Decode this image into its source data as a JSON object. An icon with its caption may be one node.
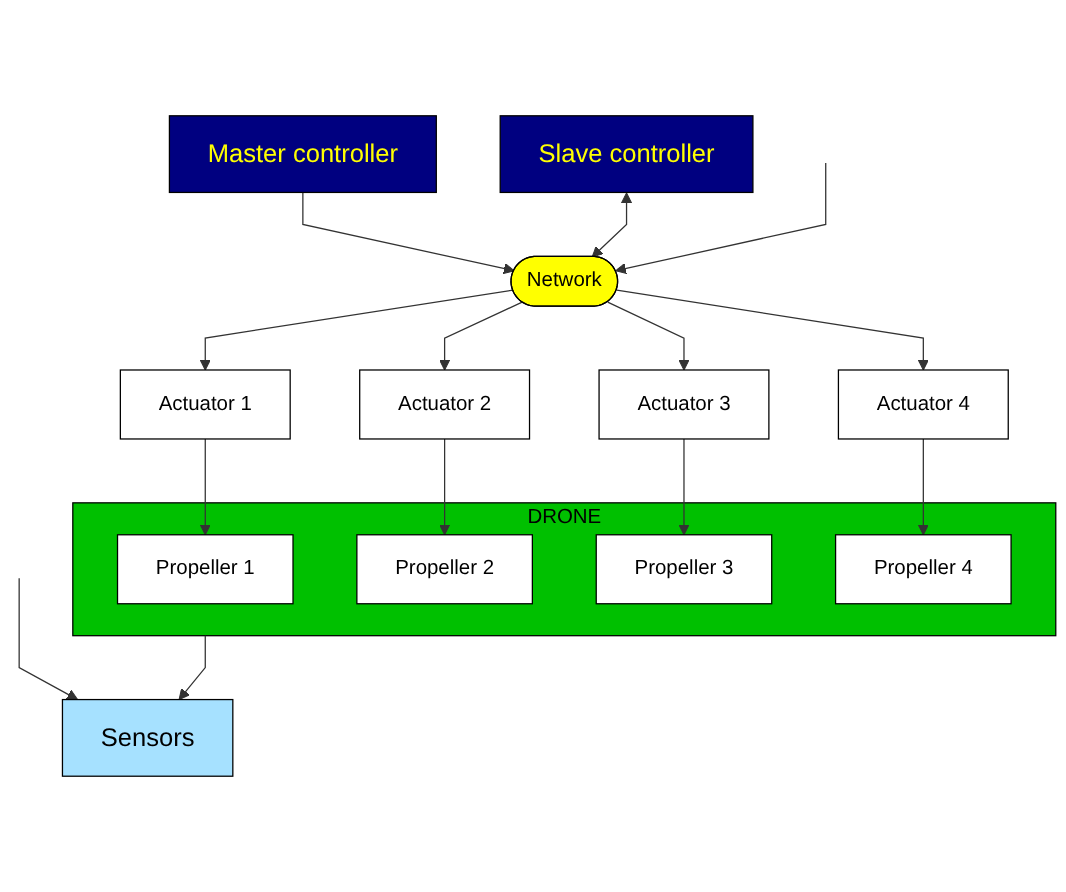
{
  "diagram": {
    "nodes": [
      {
        "text": [
          "Master controller"
        ]
      },
      {
        "text": [
          "Slave controller"
        ]
      },
      {
        "text": [
          "Network"
        ]
      },
      {
        "text": [
          "Actuator 1"
        ]
      },
      {
        "text": [
          "Actuator 2"
        ]
      },
      {
        "text": [
          "Actuator 3"
        ]
      },
      {
        "text": [
          "Actuator 4"
        ]
      },
      {
        "text": [
          "DRONE"
        ]
      },
      {
        "text": [
          "Propeller 1"
        ],
        "in": 7
      },
      {
        "text": [
          "Propeller 2"
        ],
        "in": 7
      },
      {
        "text": [
          "Propeller 3"
        ],
        "in": 7
      },
      {
        "text": [
          "Propeller 4"
        ],
        "in": 7
      },
      {
        "text": [
          "Sensors"
        ]
      }
    ],
    "edges": [
      {
        "from": 0,
        "to": 2,
        "arrow": "to"
      },
      {
        "from": 1,
        "to": 2,
        "arrow": "both"
      },
      {
        "from": null,
        "to": 2,
        "arrow": "to"
      },
      {
        "from": 2,
        "to": 3,
        "arrow": "to"
      },
      {
        "from": 2,
        "to": 4,
        "arrow": "to"
      },
      {
        "from": 2,
        "to": 5,
        "arrow": "to"
      },
      {
        "from": 2,
        "to": 6,
        "arrow": "to"
      },
      {
        "from": 3,
        "to": 8,
        "arrow": "to"
      },
      {
        "from": 4,
        "to": 9,
        "arrow": "to"
      },
      {
        "from": 5,
        "to": 10,
        "arrow": "to"
      },
      {
        "from": 6,
        "to": 11,
        "arrow": "to"
      },
      {
        "from": 7,
        "to": 12,
        "arrow": "to"
      },
      {
        "from": null,
        "to": 12,
        "arrow": "to"
      }
    ]
  }
}
